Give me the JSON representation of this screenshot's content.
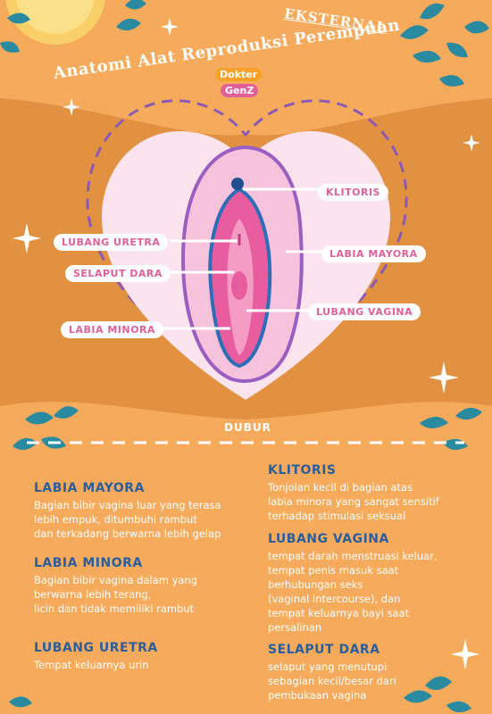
{
  "header": {
    "tag": "EKSTERNAL",
    "title": "Anatomi Alat Reproduksi Perempuan",
    "logo_top": "Dokter",
    "logo_bottom": "GenZ"
  },
  "diagram_labels": {
    "klitoris": "KLITORIS",
    "lubang_uretra": "LUBANG URETRA",
    "labia_mayora": "LABIA MAYORA",
    "selaput_dara": "SELAPUT DARA",
    "lubang_vagina": "LUBANG VAGINA",
    "labia_minora": "LABIA MINORA",
    "dubur": "DUBUR"
  },
  "sections": {
    "labia_mayora": {
      "title": "LABIA MAYORA",
      "body": "Bagian bibir vagina luar yang terasa\nlebih empuk, ditumbuhi rambut\ndan terkadang berwarna lebih gelap"
    },
    "labia_minora": {
      "title": "LABIA MINORA",
      "body": "Bagian bibir vagina dalam  yang\nberwarna lebih terang,\nlicin dan tidak memiliki rambut"
    },
    "lubang_uretra": {
      "title": "LUBANG URETRA",
      "body": "Tempat keluarnya urin"
    },
    "klitoris": {
      "title": "KLITORIS",
      "body": "Tonjolan kecil di bagian atas\nlabia minora yang sangat sensitif\nterhadap stimulasi seksual"
    },
    "lubang_vagina": {
      "title": "LUBANG VAGINA",
      "body": "tempat darah menstruasi keluar,\ntempat penis masuk saat\nberhubungan seks\n(vaginal intercourse), dan\ntempat keluarnya bayi saat\npersalinan"
    },
    "selaput_dara": {
      "title": "SELAPUT DARA",
      "body": "selaput yang menutupi\nsebagian kecil/besar dari\npembukaan vagina"
    }
  },
  "colors": {
    "background": "#f6ab5c",
    "band": "#e19140",
    "heart": "#fbe4ee",
    "heading_blue": "#2a5e9c",
    "accent_pink": "#e0609a",
    "leaf": "#2a8aa0"
  }
}
